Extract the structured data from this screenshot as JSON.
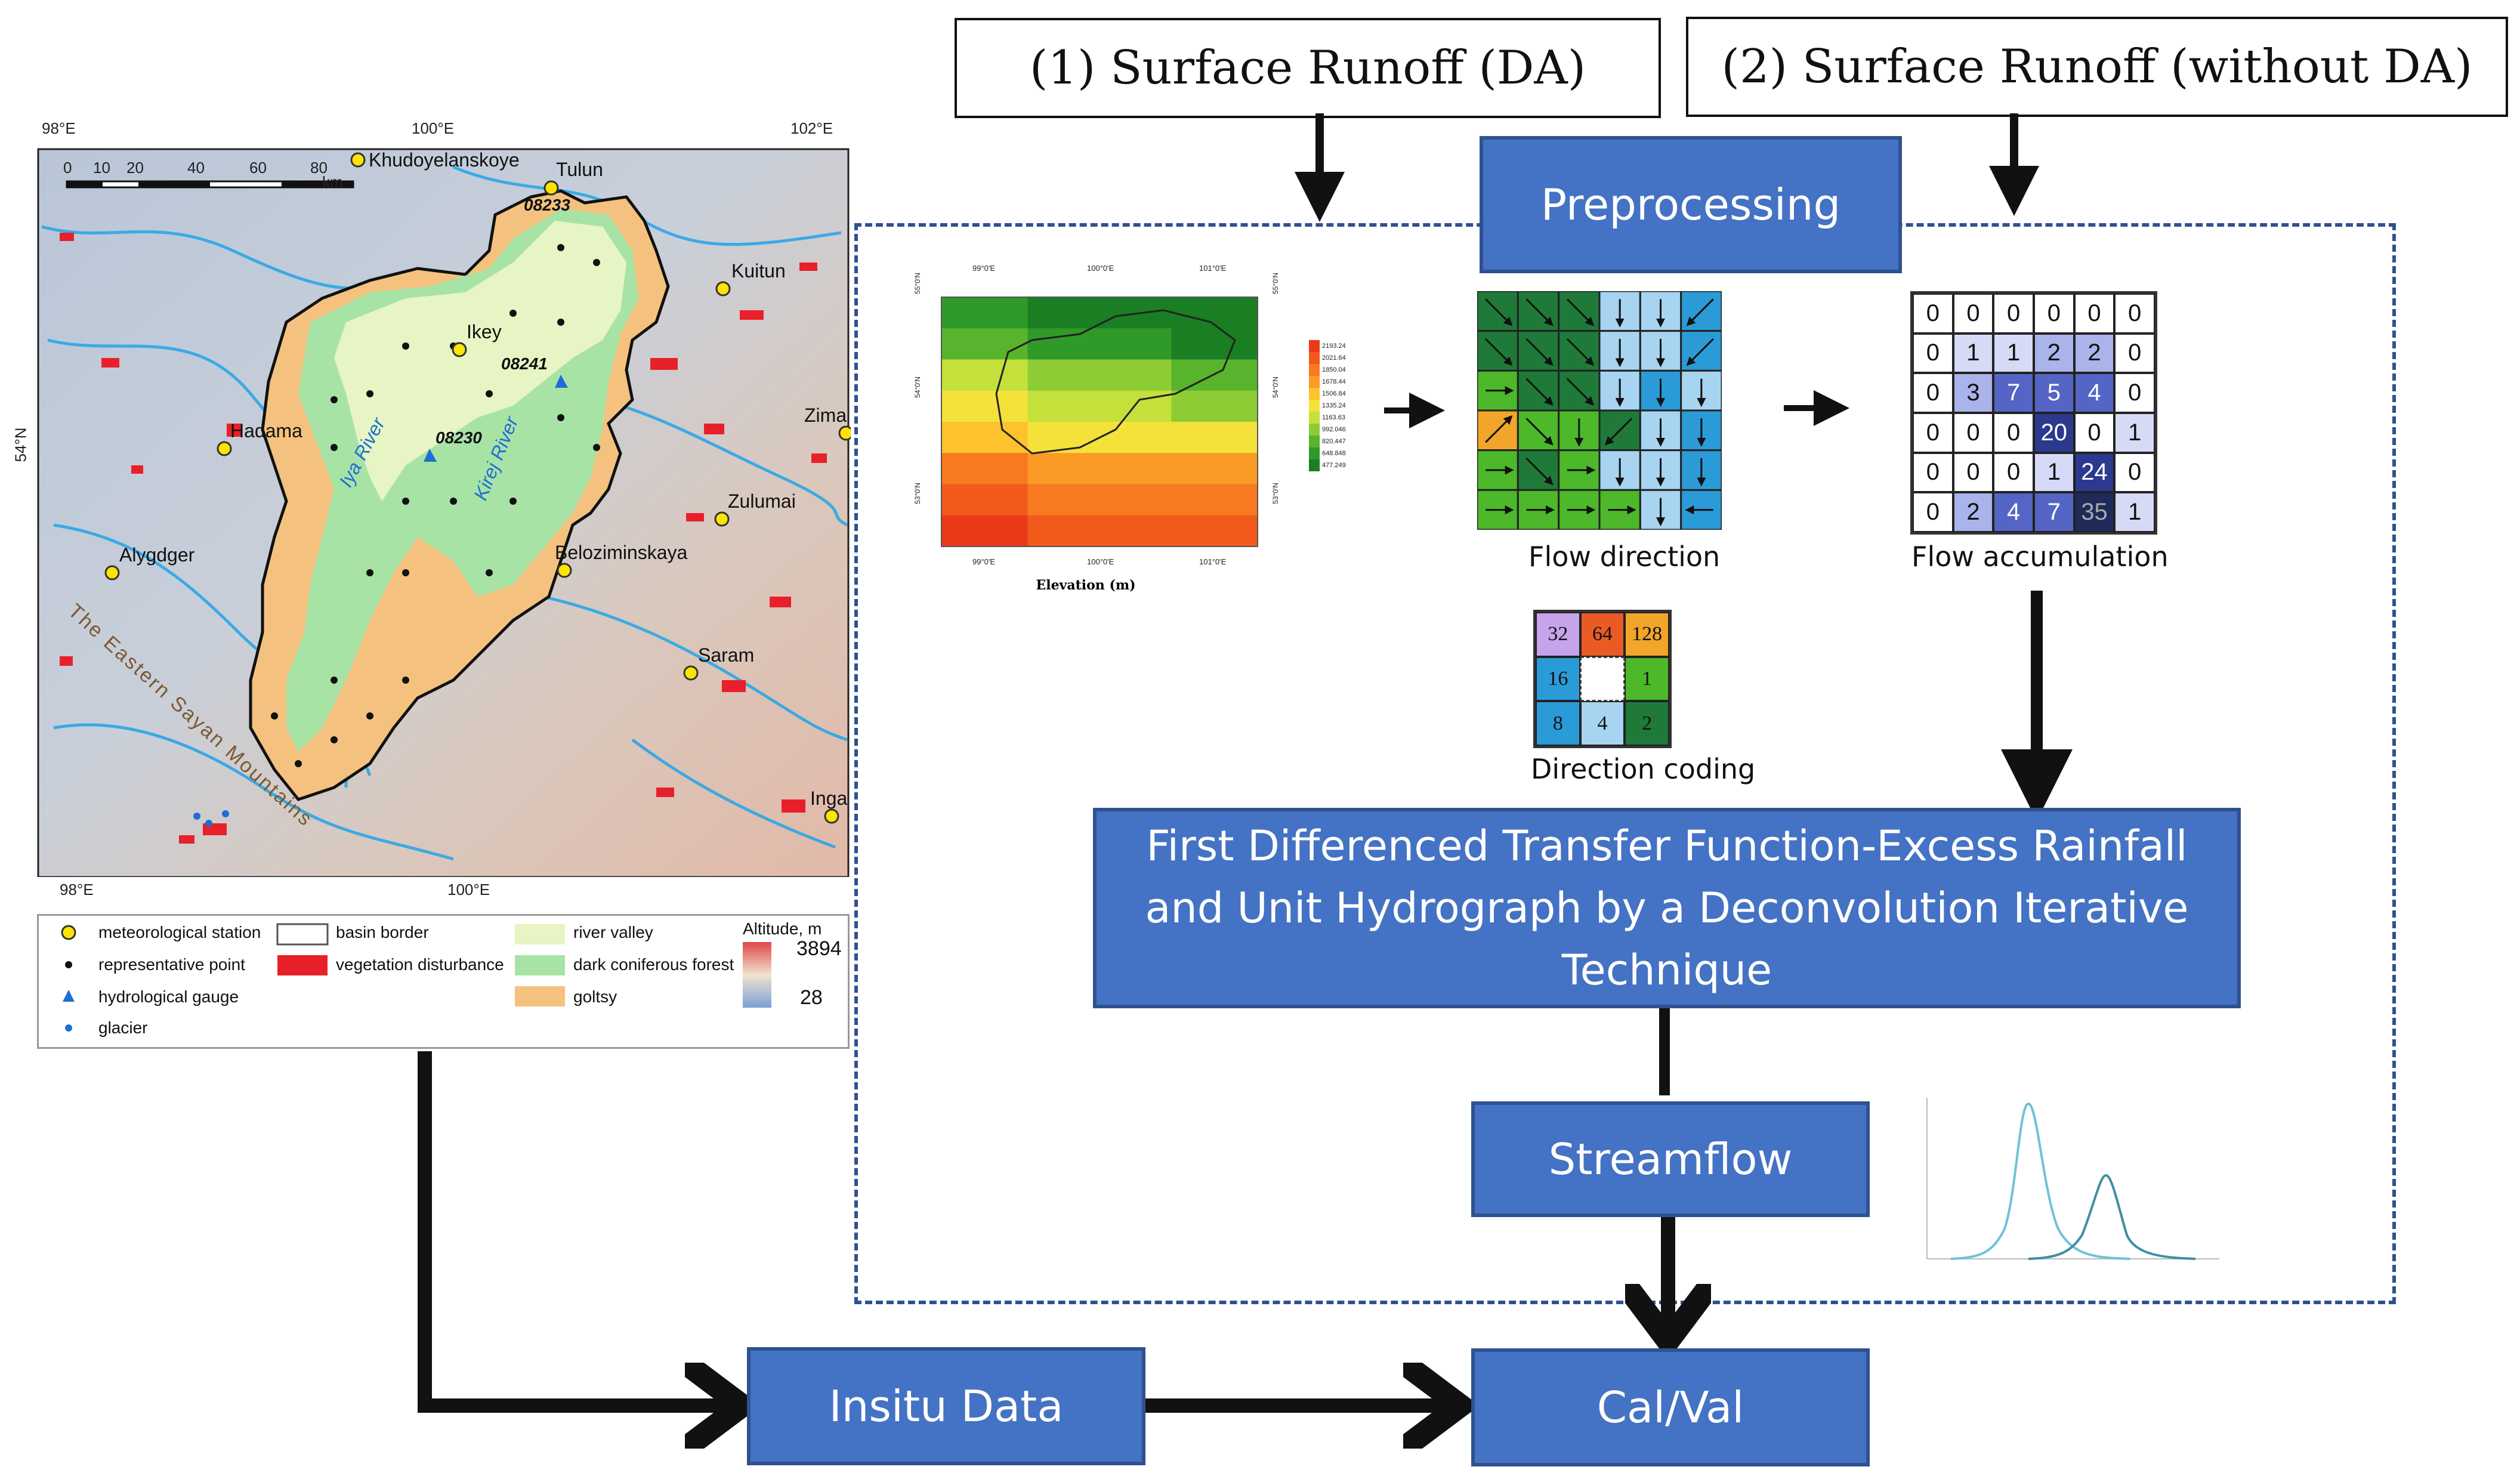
{
  "inputs": {
    "da": "(1) Surface Runoff (DA)",
    "without_da": "(2) Surface Runoff (without DA)"
  },
  "boxes": {
    "preprocessing": "Preprocessing",
    "fdtf": "First Differenced Transfer Function-Excess Rainfall and Unit Hydrograph by a Deconvolution Iterative Technique",
    "streamflow": "Streamflow",
    "insitu": "Insitu Data",
    "calval": "Cal/Val"
  },
  "captions": {
    "flow_direction": "Flow direction",
    "flow_accumulation": "Flow accumulation",
    "direction_coding": "Direction coding"
  },
  "elevation_panel": {
    "xlabel": "Elevation (m)",
    "top_ticks": [
      "99°0'E",
      "100°0'E",
      "101°0'E"
    ],
    "bottom_ticks": [
      "99°0'E",
      "100°0'E",
      "101°0'E"
    ],
    "left_ticks": [
      "55°0'N",
      "54°0'N",
      "53°0'N"
    ],
    "right_ticks": [
      "55°0'N",
      "54°0'N",
      "53°0'N"
    ],
    "colorbar_ticks": [
      "2193.24",
      "2021.64",
      "1850.04",
      "1678.44",
      "1506.84",
      "1335.24",
      "1163.63",
      "992.046",
      "820.447",
      "648.848",
      "477.249"
    ]
  },
  "flow_accumulation_grid": [
    [
      "0",
      "0",
      "0",
      "0",
      "0",
      "0"
    ],
    [
      "0",
      "1",
      "1",
      "2",
      "2",
      "0"
    ],
    [
      "0",
      "3",
      "7",
      "5",
      "4",
      "0"
    ],
    [
      "0",
      "0",
      "0",
      "20",
      "0",
      "1"
    ],
    [
      "0",
      "0",
      "0",
      "1",
      "24",
      "0"
    ],
    [
      "0",
      "2",
      "4",
      "7",
      "35",
      "1"
    ]
  ],
  "direction_coding_grid": [
    [
      "32",
      "64",
      "128"
    ],
    [
      "16",
      "",
      "1"
    ],
    [
      "8",
      "4",
      "2"
    ]
  ],
  "map": {
    "lon_ticks_top": [
      "98°E",
      "100°E",
      "102°E"
    ],
    "lon_ticks_bottom": [
      "98°E",
      "100°E"
    ],
    "lat_tick": "54°N",
    "scale_labels": [
      "0",
      "10",
      "20",
      "40",
      "60",
      "80"
    ],
    "scale_unit": "km",
    "places": [
      "Khudoyelanskoye",
      "Tulun",
      "Kuitun",
      "Ikey",
      "Hadama",
      "Zima",
      "Zulumai",
      "Alygdger",
      "Beloziminskaya",
      "Saram",
      "Inga"
    ],
    "gauges": [
      "08233",
      "08241",
      "08230"
    ],
    "rivers": [
      "Iya River",
      "Kirej River"
    ],
    "mountains": "The Eastern Sayan Mountains"
  },
  "map_legend": {
    "items": [
      "meteorological station",
      "representative point",
      "hydrological gauge",
      "glacier",
      "basin border",
      "vegetation disturbance",
      "river valley",
      "dark coniferous forest",
      "goltsy"
    ],
    "altitude_title": "Altitude, m",
    "altitude_max": "3894",
    "altitude_min": "28"
  },
  "colors": {
    "box_fill": "#4472c4",
    "box_border": "#2f528f",
    "dashed_border": "#2f528f"
  }
}
